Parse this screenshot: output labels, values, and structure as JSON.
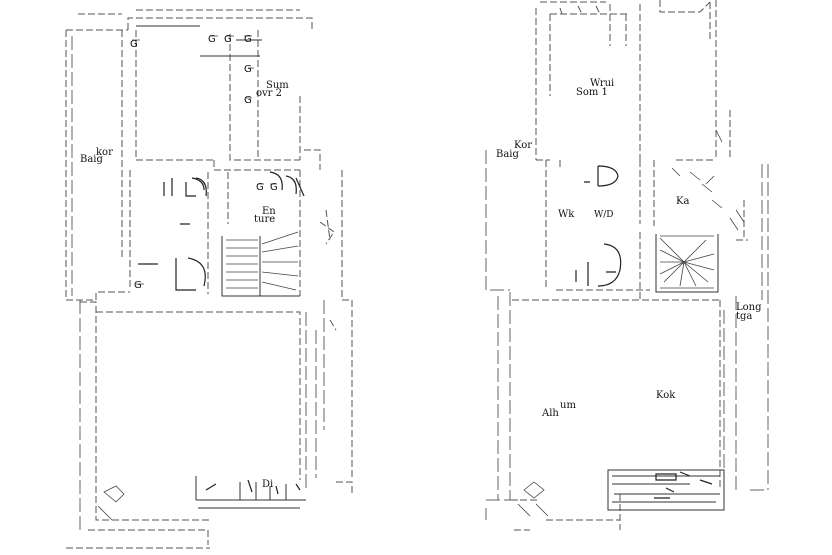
{
  "left_plan": {
    "labels": {
      "baig": "Baig",
      "kor": "kor",
      "sum": "Sum",
      "ovr2": "ovr 2",
      "en": "En",
      "ture": "ture",
      "di": "Di"
    },
    "g_marks": [
      "G",
      "G",
      "G",
      "G",
      "G",
      "G",
      "G",
      "G",
      "G"
    ]
  },
  "right_plan": {
    "labels": {
      "kor": "Kor",
      "baig": "Baig",
      "wrui": "Wrui",
      "som1": "Som 1",
      "wk": "Wk",
      "wd": "W/D",
      "ka": "Ka",
      "long": "Long",
      "tga": "tga",
      "alh": "Alh",
      "um": "um",
      "kok": "Kok"
    }
  },
  "colors": {
    "line": "#333333",
    "text": "#111111",
    "background": "#ffffff"
  }
}
